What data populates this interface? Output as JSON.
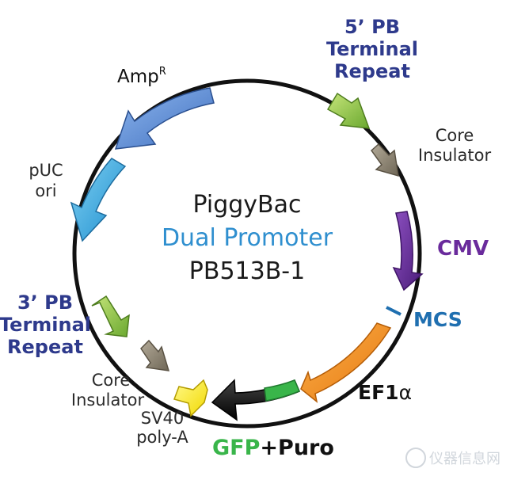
{
  "title": {
    "line1": "PiggyBac",
    "line2": "Dual Promoter",
    "line3": "PB513B-1"
  },
  "features": {
    "pb5": {
      "line1": "5’ PB",
      "line2": "Terminal",
      "line3": "Repeat",
      "color": "#8dc63f"
    },
    "core_insulator_top": {
      "line1": "Core",
      "line2": "Insulator",
      "color": "#8c8270"
    },
    "cmv": {
      "label": "CMV",
      "color": "#6a2b9c"
    },
    "mcs": {
      "label": "MCS",
      "color": "#1f6fb0"
    },
    "ef1a": {
      "label_prefix": "EF1",
      "label_suffix": "α",
      "color": "#f7941d"
    },
    "gfp_puro": {
      "gfp": "GFP",
      "plus": "+",
      "puro": "Puro",
      "gfp_color": "#39b54a",
      "puro_color": "#111111"
    },
    "sv40": {
      "line1": "SV40",
      "line2": "poly-A",
      "color": "#fff200"
    },
    "core_insulator_bottom": {
      "line1": "Core",
      "line2": "Insulator",
      "color": "#8c8270"
    },
    "pb3": {
      "line1": "3’ PB",
      "line2": "Terminal",
      "line3": "Repeat",
      "color": "#8dc63f"
    },
    "puc_ori": {
      "line1": "pUC",
      "line2": "ori",
      "color": "#3aaee0"
    },
    "ampr": {
      "label": "Amp",
      "superscript": "R",
      "color": "#5b8fd6"
    }
  },
  "watermark": {
    "text": "仪器信息网"
  }
}
